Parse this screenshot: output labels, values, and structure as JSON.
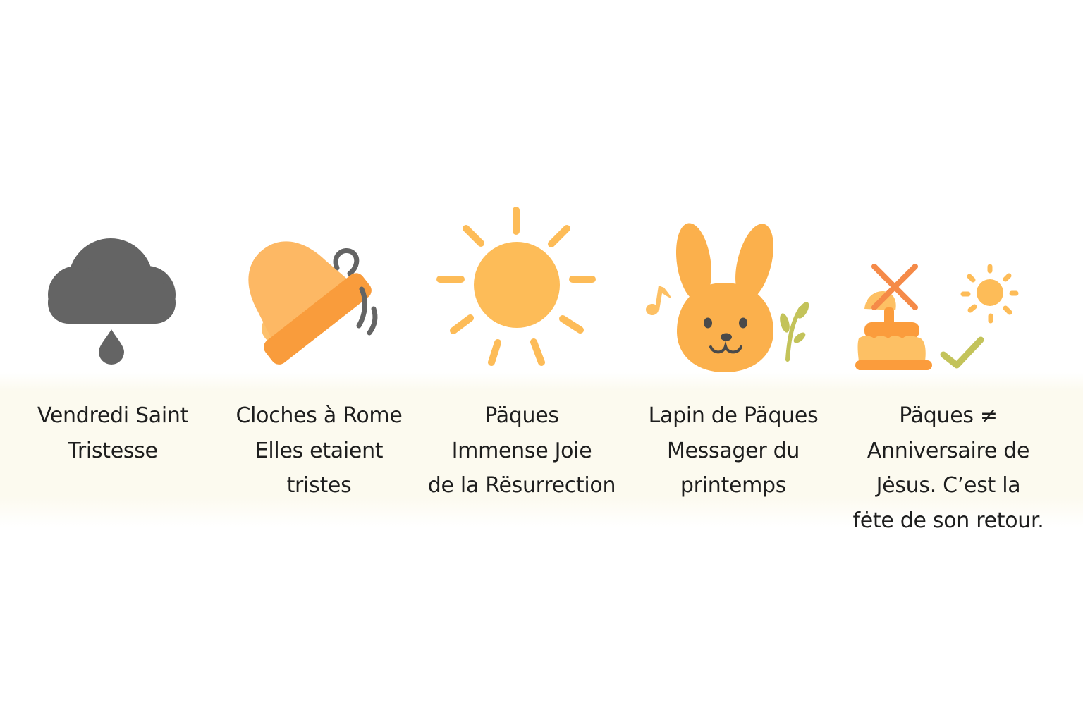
{
  "colors": {
    "gray": "#646464",
    "bell_light": "#fdb864",
    "bell_dark": "#f99c3c",
    "sun": "#fdbc58",
    "bunny": "#fbb04c",
    "green": "#c3c35a",
    "cross": "#f58a48",
    "cake_light": "#fdc064",
    "cake_dark": "#fb9c3c",
    "face": "#4a4a4a",
    "band": "#fcfaef"
  },
  "items": [
    {
      "icon": "rain-cloud-icon",
      "lines": [
        "Vendredi Saint",
        "Tristesse"
      ]
    },
    {
      "icon": "ringing-bell-icon",
      "lines": [
        "Cloches à Rome",
        "Elles etaient",
        "tristes"
      ]
    },
    {
      "icon": "sun-icon",
      "lines": [
        "Päques",
        "Immense Joie",
        "de la Rësurrection"
      ]
    },
    {
      "icon": "bunny-icon",
      "lines": [
        "Lapin de Päques",
        "Messager du",
        "printemps"
      ]
    },
    {
      "icon": "cake-crossed-sun-check-icon",
      "lines": [
        "Päques ≠",
        "Anniversaire de",
        "Jėsus. C’est la",
        "fėte de son retour."
      ]
    }
  ]
}
